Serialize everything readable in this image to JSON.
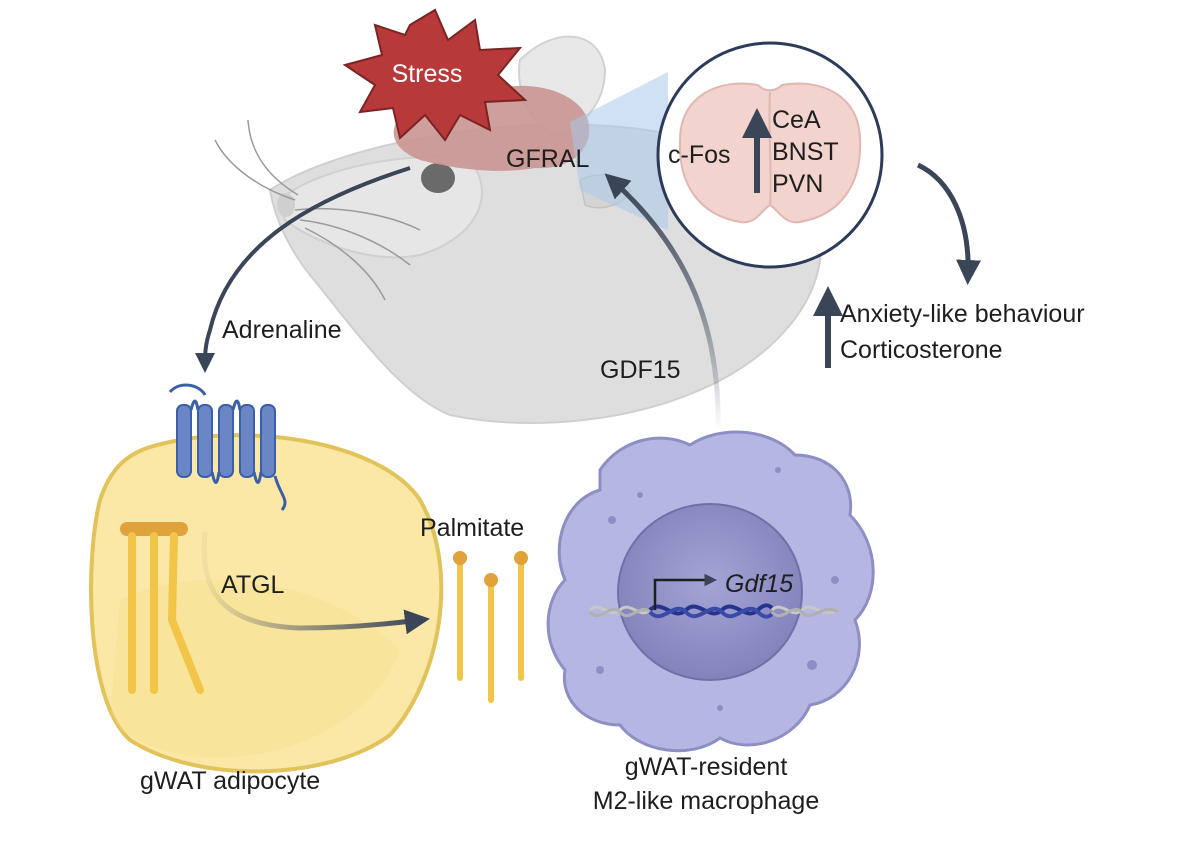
{
  "labels": {
    "stress": "Stress",
    "gfral": "GFRAL",
    "cfos": "c-Fos",
    "brain_regions": [
      "CeA",
      "BNST",
      "PVN"
    ],
    "outcomes": [
      "Anxiety-like behaviour",
      "Corticosterone"
    ],
    "adrenaline": "Adrenaline",
    "gdf15": "GDF15",
    "palmitate": "Palmitate",
    "atgl": "ATGL",
    "gdf15_gene": "Gdf15",
    "adipocyte": "gWAT adipocyte",
    "macrophage_line1": "gWAT-resident",
    "macrophage_line2": "M2-like macrophage"
  },
  "colors": {
    "stress_fill": "#b8393a",
    "brain": "#c99591",
    "mouse_body": "#dcdcdc",
    "adipocyte_fill": "#fbe8a6",
    "adipocyte_edge": "#e2c25a",
    "lipid": "#f2c447",
    "palmitate_head": "#e0a23a",
    "receptor": "#6b86c4",
    "macrophage": "#b5b7e2",
    "nucleus": "#8f8fc4",
    "dna": "#25338a",
    "arrow": "#3b4558"
  }
}
